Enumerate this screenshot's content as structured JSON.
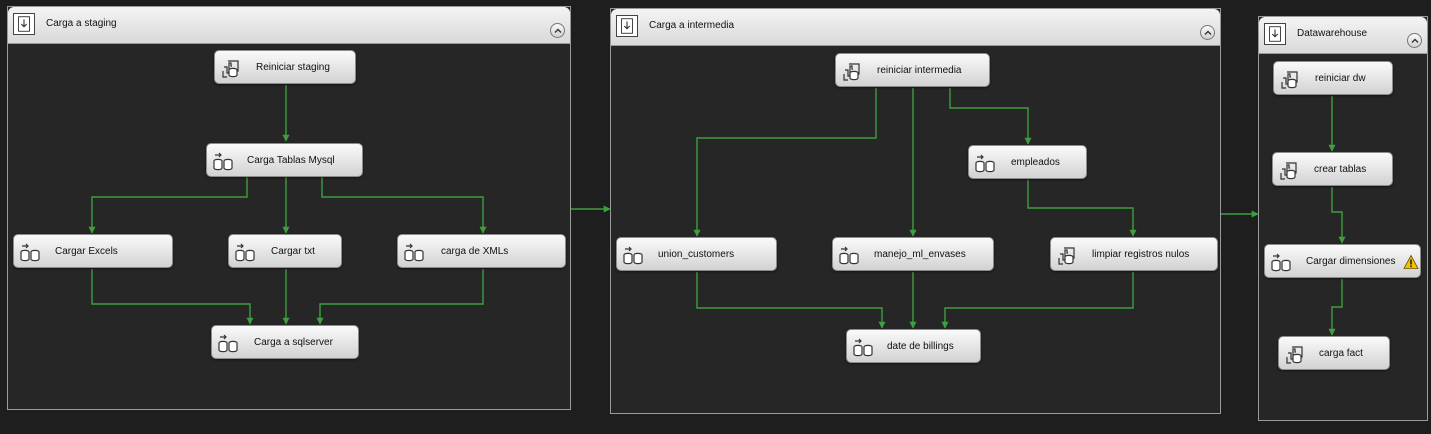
{
  "containers": {
    "staging": {
      "title": "Carga a staging",
      "tasks": {
        "reiniciar_staging": "Reiniciar staging",
        "carga_tablas_mysql": "Carga Tablas Mysql",
        "cargar_excels": "Cargar Excels",
        "cargar_txt": "Cargar txt",
        "carga_xmls": "carga de XMLs",
        "carga_sqlserver": "Carga a sqlserver"
      }
    },
    "intermedia": {
      "title": "Carga a intermedia",
      "tasks": {
        "reiniciar_intermedia": "reiniciar intermedia",
        "empleados": "empleados",
        "union_customers": "union_customers",
        "manejo_ml_envases": "manejo_ml_envases",
        "limpiar_registros_nulos": "limpiar registros nulos",
        "date_de_billings": "date de billings"
      }
    },
    "datawarehouse": {
      "title": "Datawarehouse",
      "tasks": {
        "reiniciar_dw": "reiniciar dw",
        "crear_tablas": "crear tablas",
        "cargar_dimensiones": "Cargar dimensiones",
        "carga_fact": "carga fact"
      }
    }
  },
  "colors": {
    "canvas_bg": "#1e1e1e",
    "container_bg": "#262626",
    "connector": "#3f9e3f",
    "warning": "#f2c200"
  },
  "icons": {
    "container": "sequence-container-icon",
    "sql_task": "execute-sql-task-icon",
    "data_flow": "data-flow-task-icon",
    "collapse": "collapse-chevron-icon",
    "warning": "warning-icon"
  }
}
